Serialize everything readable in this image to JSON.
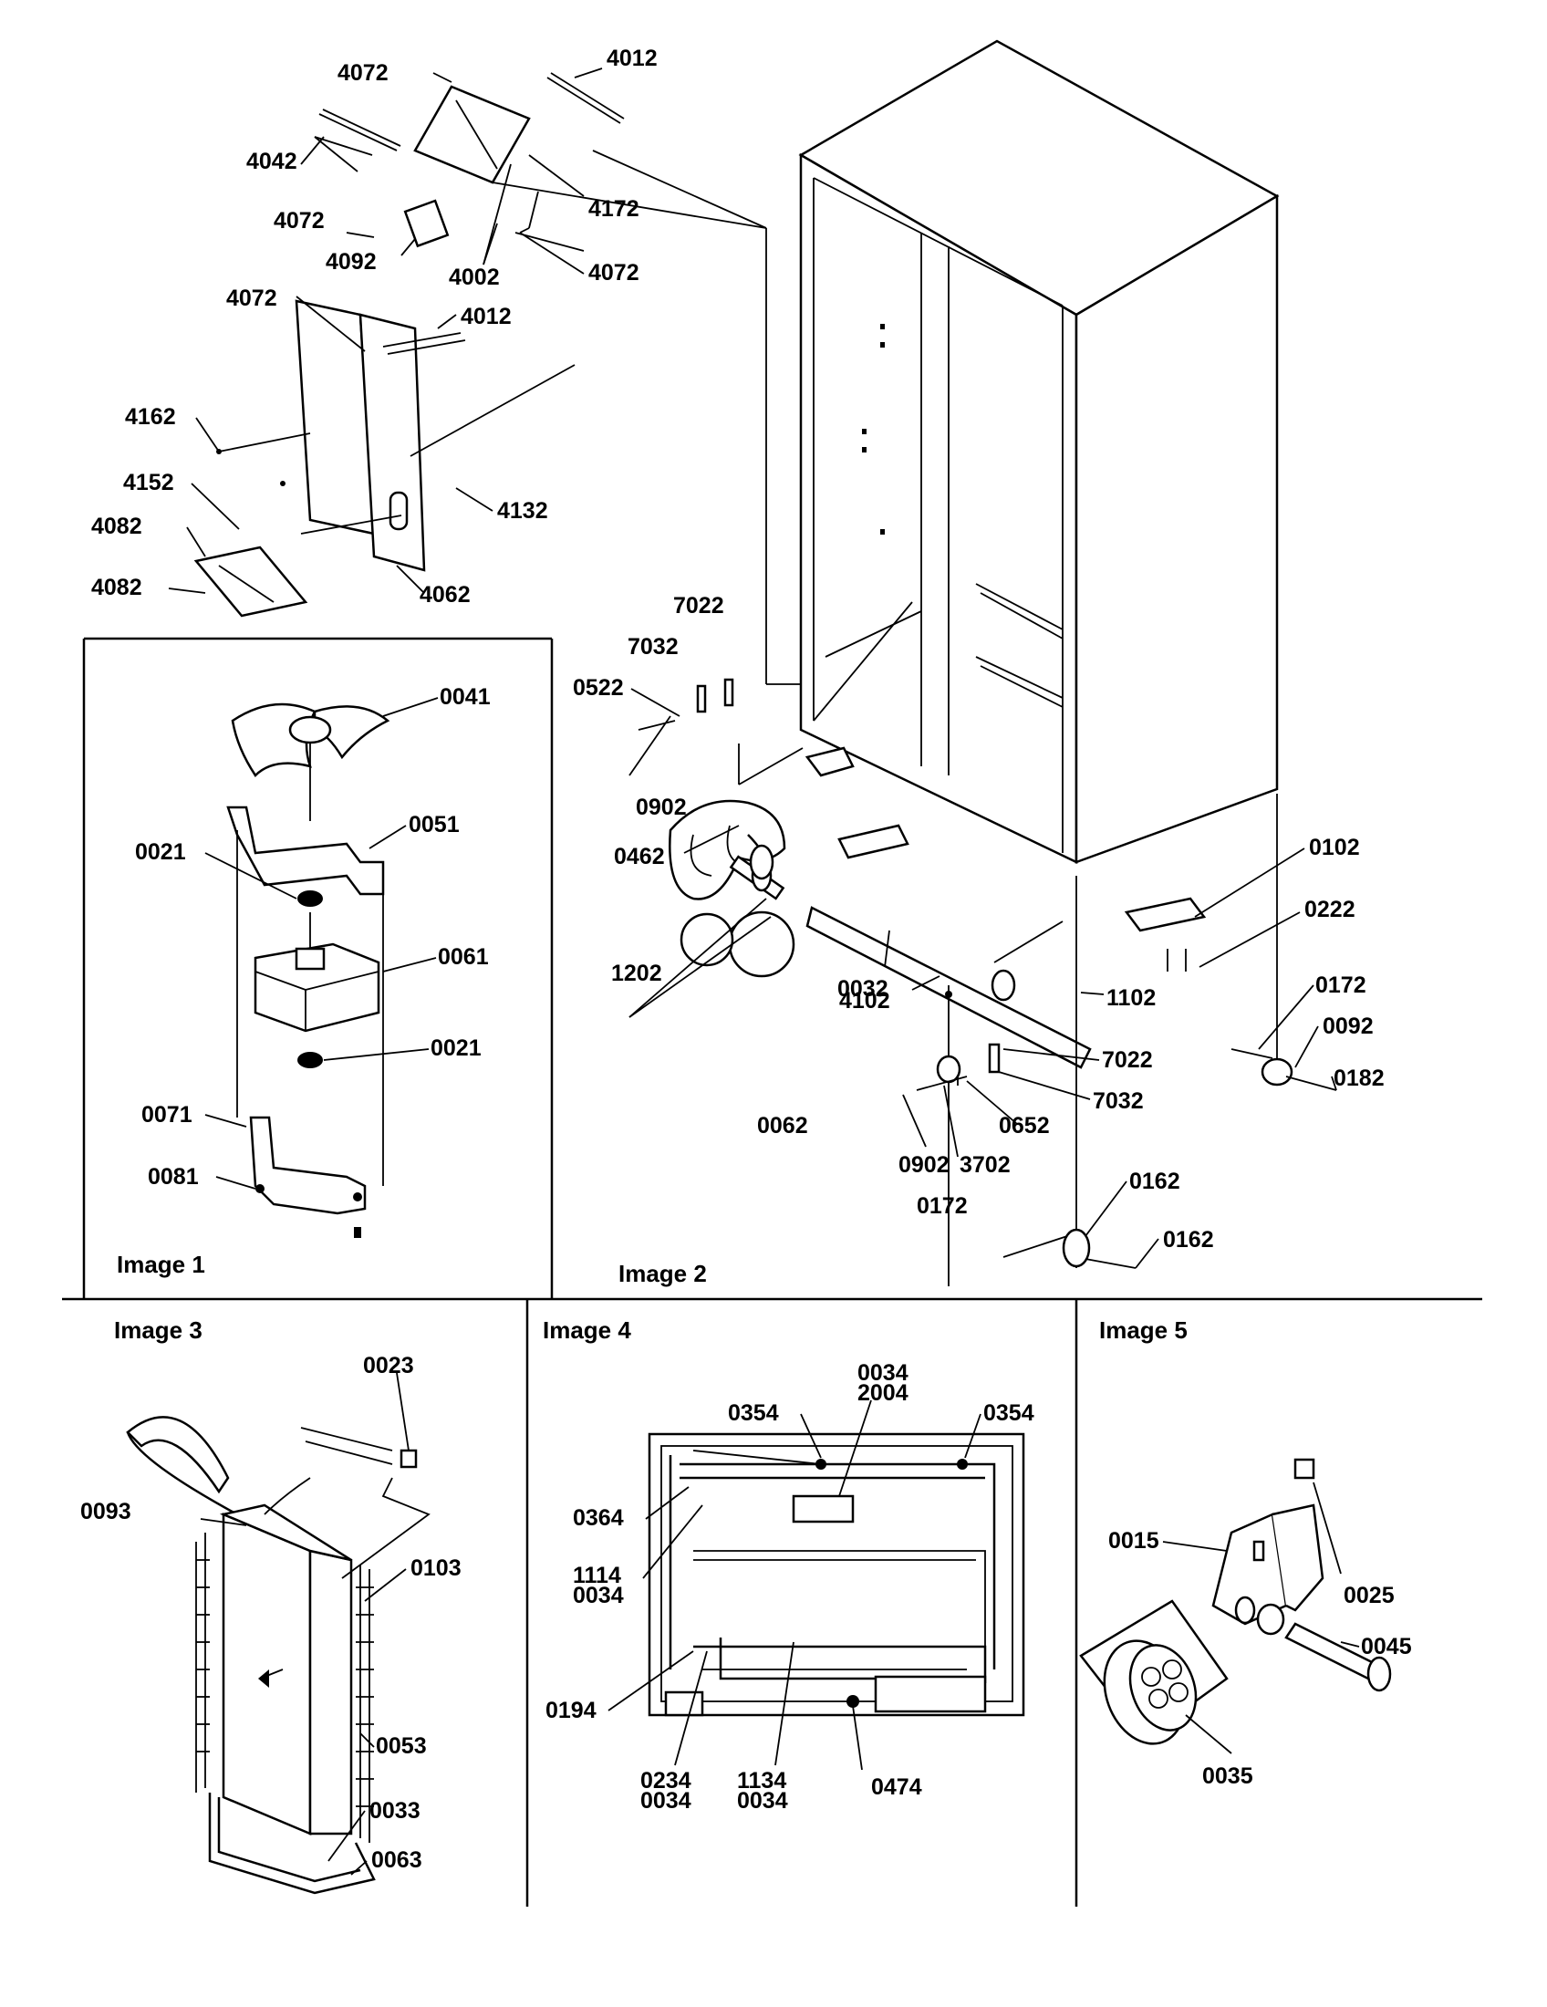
{
  "panels": {
    "image1": "Image 1",
    "image2": "Image 2",
    "image3": "Image 3",
    "image4": "Image 4",
    "image5": "Image 5"
  },
  "labels": {
    "top": [
      "4072",
      "4012",
      "4042",
      "4172",
      "4072",
      "4092",
      "4002",
      "4072",
      "4072",
      "4012",
      "4162",
      "4152",
      "4132",
      "4082",
      "4082",
      "4062"
    ],
    "image1": [
      "0041",
      "0051",
      "0021",
      "0061",
      "0021",
      "0071",
      "0081"
    ],
    "image2": [
      "7022",
      "7032",
      "0522",
      "0902",
      "0462",
      "0102",
      "0222",
      "0032",
      "1202",
      "4102",
      "1102",
      "0172",
      "0092",
      "0182",
      "7022",
      "0652",
      "7032",
      "0062",
      "0902",
      "3702",
      "0162",
      "0172",
      "0162"
    ],
    "image3": [
      "0023",
      "0093",
      "0103",
      "0053",
      "0033",
      "0063"
    ],
    "image4": [
      "0034",
      "2004",
      "0354",
      "0354",
      "0364",
      "1114",
      "0034",
      "0194",
      "0234",
      "0034",
      "1134",
      "0034",
      "0474"
    ],
    "image5": [
      "0015",
      "0025",
      "0045",
      "0035"
    ]
  }
}
